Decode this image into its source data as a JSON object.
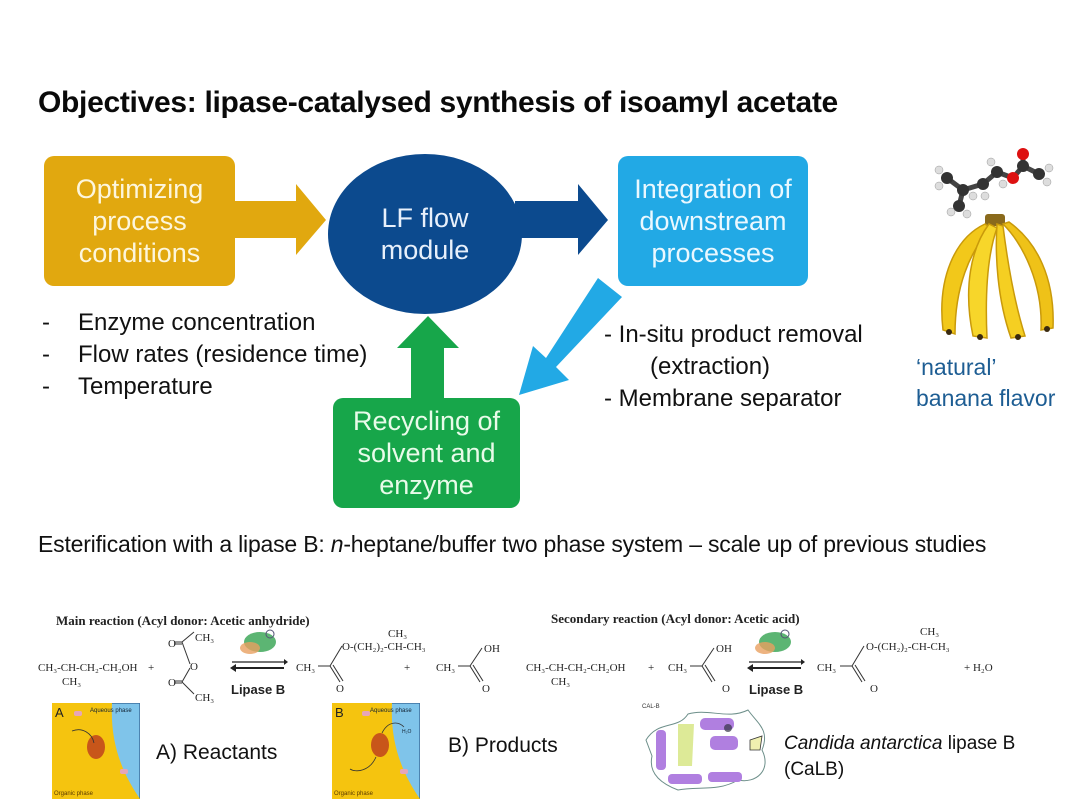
{
  "slide": {
    "title": "Objectives: lipase-catalysed synthesis of isoamyl acetate",
    "diagram": {
      "process_conditions": "Optimizing process conditions",
      "flow_module": "LF flow module",
      "downstream": "Integration of downstream processes",
      "recycling": "Recycling of solvent and enzyme",
      "process_params": [
        "Enzyme concentration",
        "Flow rates (residence time)",
        "Temperature"
      ],
      "downstream_items": {
        "item1": "- In-situ product removal",
        "item1_sub": "(extraction)",
        "item2": "- Membrane separator"
      },
      "bullet_dash": "-"
    },
    "banana": {
      "caption_line1": "‘natural’",
      "caption_line2": "banana flavor"
    },
    "esterification": {
      "text_before_italic": "Esterification with a lipase B: ",
      "italic": "n",
      "text_after_italic": "-heptane/buffer two phase system – scale up of previous studies"
    },
    "main_reaction": {
      "heading": "Main reaction   (Acyl donor:  Acetic anhydride)",
      "alcohol": "CH₃-CH-CH₂-CH₂OH",
      "alcohol_branch": "CH₃",
      "plus": "+",
      "enzyme_label": "Lipase B",
      "anhydride_o1": "O",
      "anhydride_o2": "O",
      "anhydride_o3": "O",
      "ch3": "CH₃",
      "ester_chain": "O-(CH₂)₂-CH-CH₃",
      "ester_branch": "CH₃",
      "o": "O",
      "oh": "OH"
    },
    "secondary_reaction": {
      "heading": "Secondary reaction   (Acyl donor:  Acetic acid)",
      "water": "+ H₂O",
      "enzyme_label": "Lipase B"
    },
    "panels": {
      "a_letter": "A",
      "b_letter": "B",
      "aqueous": "Aqueous phase",
      "organic": "Organic phase",
      "a_label": "A) Reactants",
      "b_label": "B) Products",
      "h2o": "H₂O"
    },
    "enzyme_figure": {
      "tag": "CAL-B",
      "caption_italic": "Candida antarctica",
      "caption_rest": " lipase B",
      "caption_line2": "(CaLB)"
    },
    "colors": {
      "orange": "#e1a80f",
      "navy": "#0c4a8e",
      "cyan": "#22a9e5",
      "green": "#17a64a",
      "caption_blue": "#1d5d93"
    }
  }
}
